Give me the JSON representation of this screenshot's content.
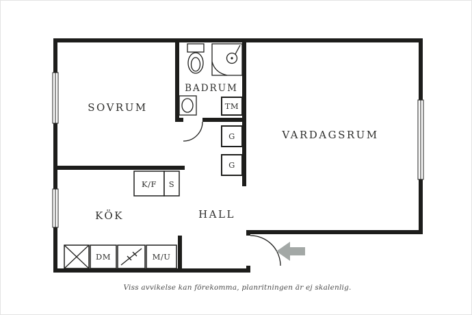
{
  "meta": {
    "disclaimer": "Viss avvikelse kan förekomma, planritningen är ej skalenlig."
  },
  "floor_plan": {
    "rooms": {
      "sovrum": "SOVRUM",
      "badrum": "BADRUM",
      "vardagsrum": "VARDAGSRUM",
      "kok": "KÖK",
      "hall": "HALL"
    },
    "fixtures": {
      "washing_machine": "TM",
      "wardrobe_1": "G",
      "wardrobe_2": "G",
      "fridge_freezer": "K/F",
      "pantry": "S",
      "dishwasher": "DM",
      "micro_oven": "M/U"
    },
    "colors": {
      "wall": "#1d1d1b",
      "labels": "#2e2e2c",
      "arrow": "#a3a8a6"
    }
  }
}
